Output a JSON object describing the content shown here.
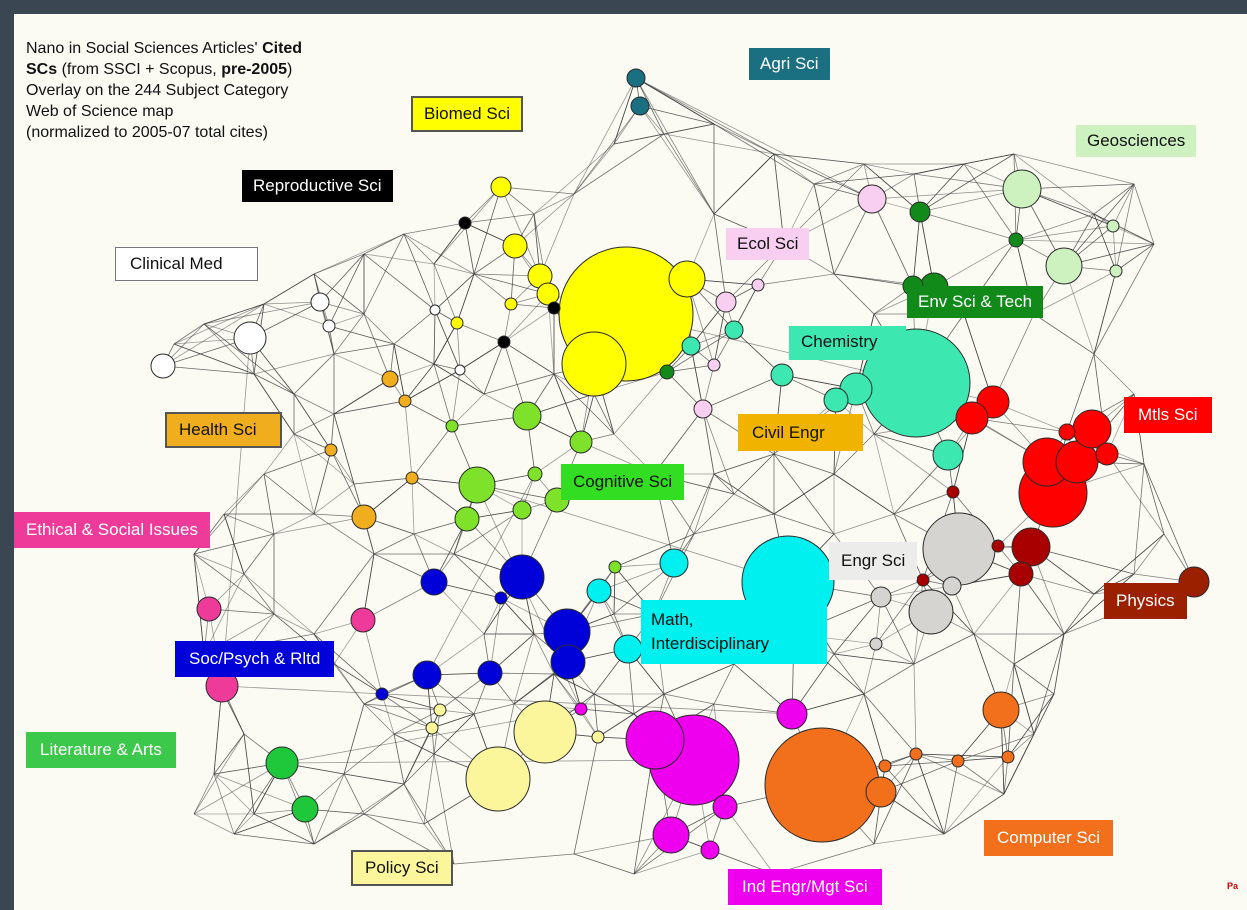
{
  "title": {
    "line1_pre": "Nano in Social Sciences Articles' ",
    "line1_bold": "Cited",
    "line2_bold": "SCs",
    "line2_mid": " (from SSCI + Scopus, ",
    "line2_bold2": "pre-2005",
    "line2_post": ")",
    "line3": "Overlay on the 244 Subject Category",
    "line4": "Web of Science map",
    "line5": "(normalized to 2005-07 total cites)"
  },
  "labels": {
    "agri_sci": "Agri Sci",
    "biomed_sci": "Biomed Sci",
    "geosciences": "Geosciences",
    "reproductive_sci": "Reproductive Sci",
    "clinical_med": "Clinical Med",
    "ecol_sci": "Ecol Sci",
    "env_sci_tech": "Env Sci & Tech",
    "chemistry": "Chemistry",
    "health_sci": "Health Sci",
    "civil_engr": "Civil Engr",
    "mtls_sci": "Mtls Sci",
    "cognitive_sci": "Cognitive Sci",
    "ethical_social": "Ethical & Social Issues",
    "engr_sci": "Engr Sci",
    "physics": "Physics",
    "math_line1": "Math,",
    "math_line2": "Interdisciplinary",
    "soc_psych": "Soc/Psych & Rltd",
    "literature_arts": "Literature & Arts",
    "computer_sci": "Computer Sci",
    "policy_sci": "Policy Sci",
    "ind_engr": "Ind Engr/Mgt Sci"
  },
  "colors": {
    "agri": "#1a6f80",
    "biomed": "#ffff00",
    "geo": "#cdf2c0",
    "reproductive": "#000000",
    "clinical": "#ffffff",
    "ecol": "#f8cff0",
    "env": "#118a1a",
    "chemistry": "#3de8b0",
    "health": "#f0ad1e",
    "civil": "#f0b400",
    "mtls": "#ff0000",
    "cognitive": "#7ee22a",
    "ethical": "#ee3b9a",
    "engr": "#d6d4d0",
    "physics": "#9a2000",
    "math": "#00efef",
    "soc": "#0000d8",
    "literature": "#1ec83a",
    "computer": "#f26f1c",
    "policy": "#fbf59c",
    "ind": "#ee00ee",
    "dark_red": "#a80000"
  },
  "logo_text": "Pa"
}
